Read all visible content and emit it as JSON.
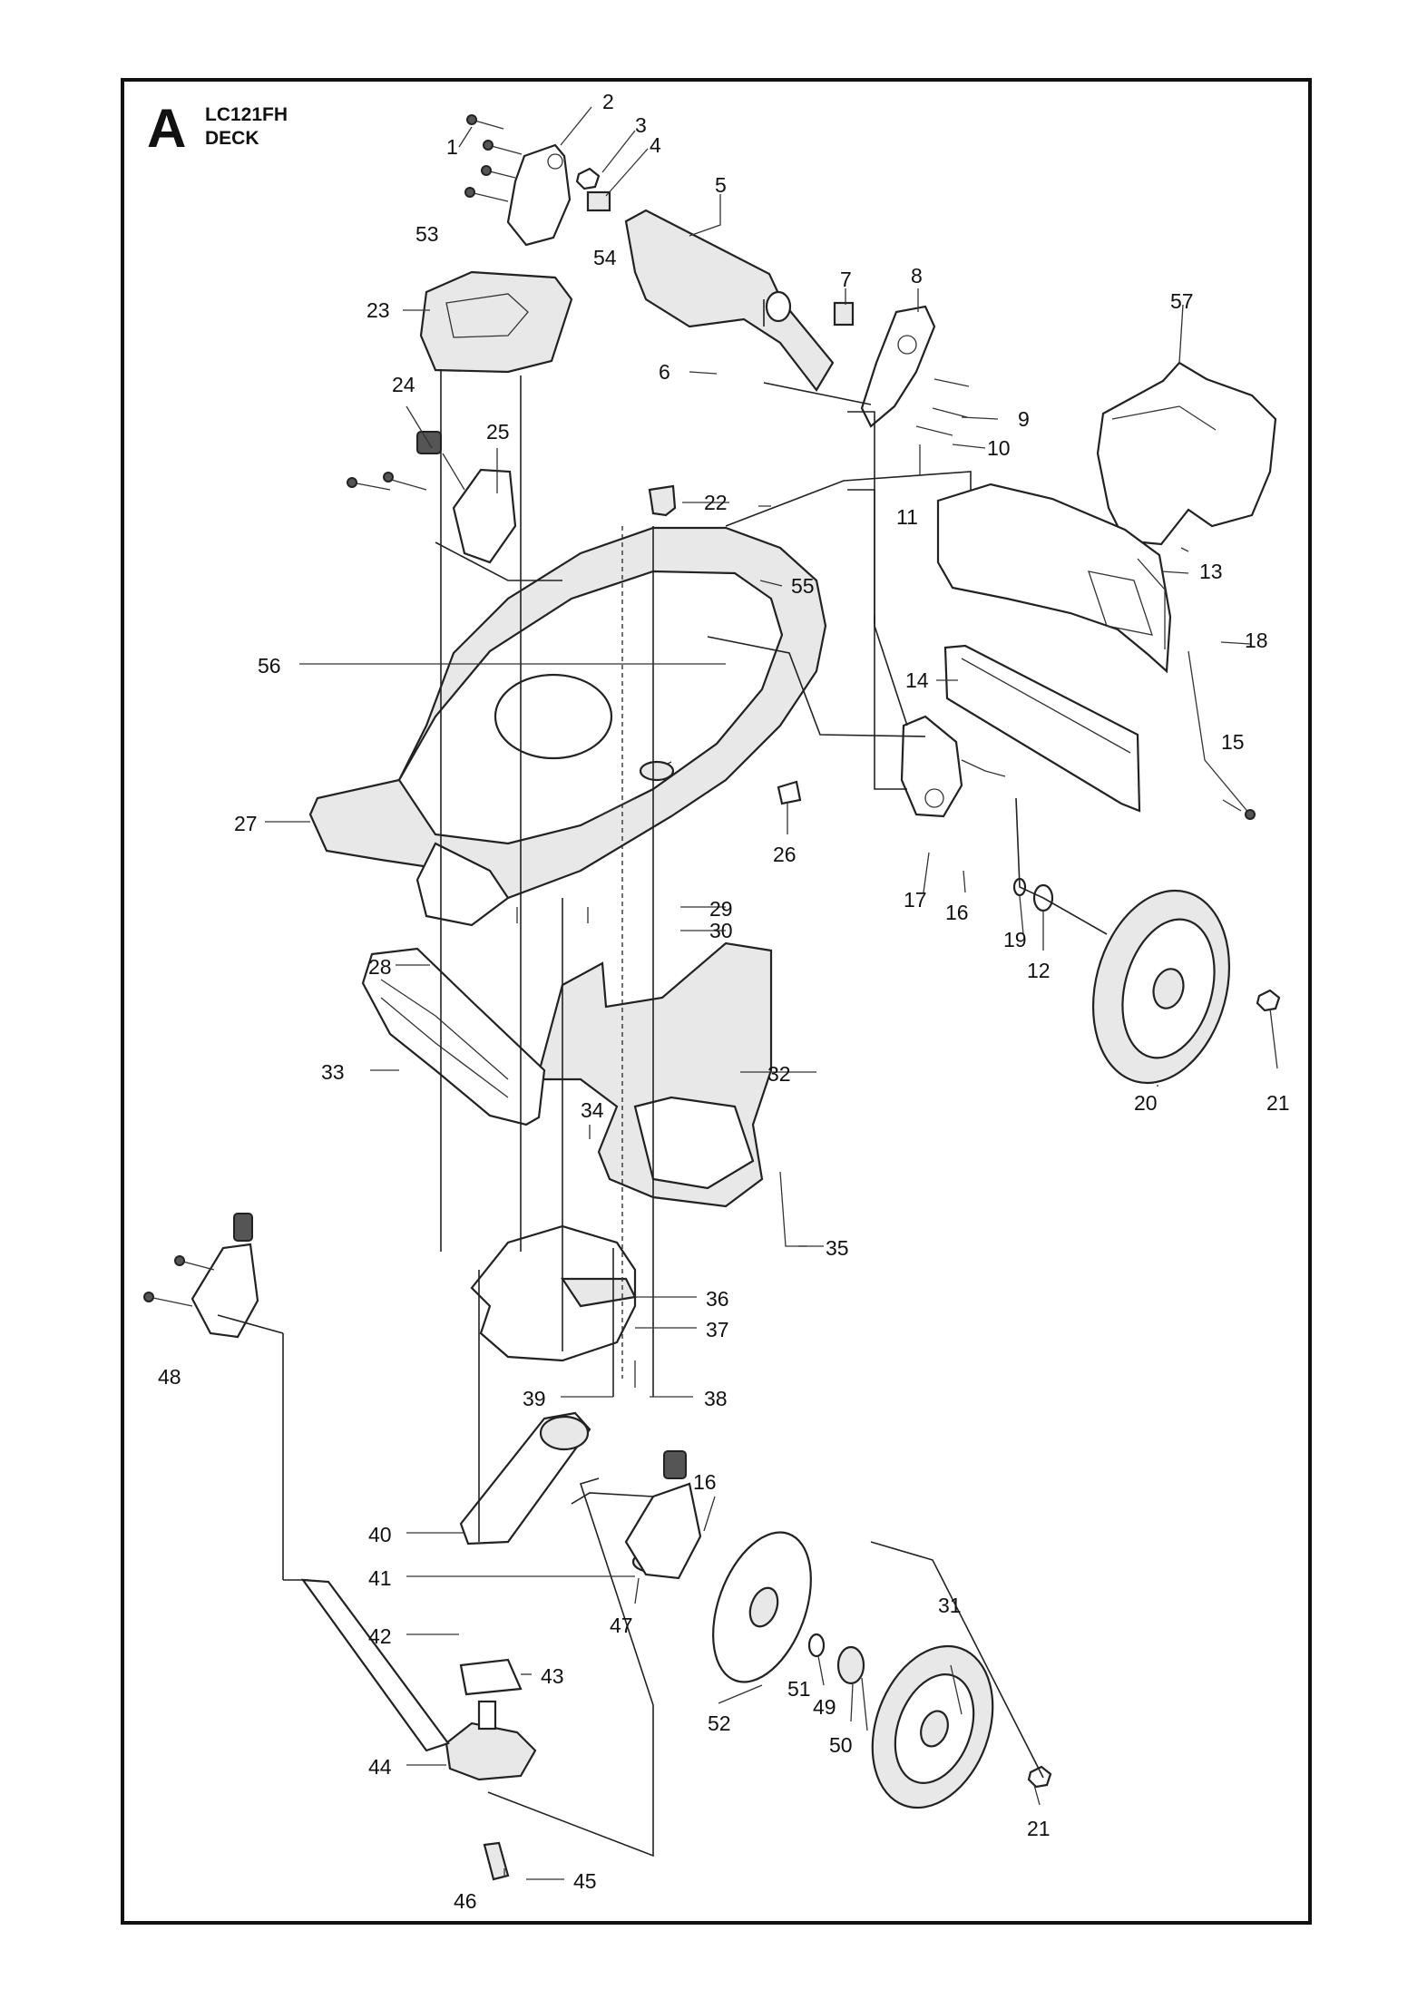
{
  "header": {
    "section_letter": "A",
    "model": "LC121FH",
    "section_title": "DECK"
  },
  "callouts": [
    "1",
    "2",
    "3",
    "4",
    "5",
    "6",
    "7",
    "8",
    "9",
    "10",
    "11",
    "12",
    "13",
    "14",
    "15",
    "16",
    "16",
    "17",
    "18",
    "19",
    "20",
    "21",
    "21",
    "22",
    "23",
    "24",
    "25",
    "26",
    "27",
    "28",
    "29",
    "30",
    "31",
    "32",
    "33",
    "34",
    "35",
    "36",
    "37",
    "38",
    "39",
    "40",
    "41",
    "42",
    "43",
    "44",
    "45",
    "46",
    "47",
    "48",
    "49",
    "50",
    "51",
    "52",
    "53",
    "54",
    "55",
    "56",
    "57"
  ]
}
